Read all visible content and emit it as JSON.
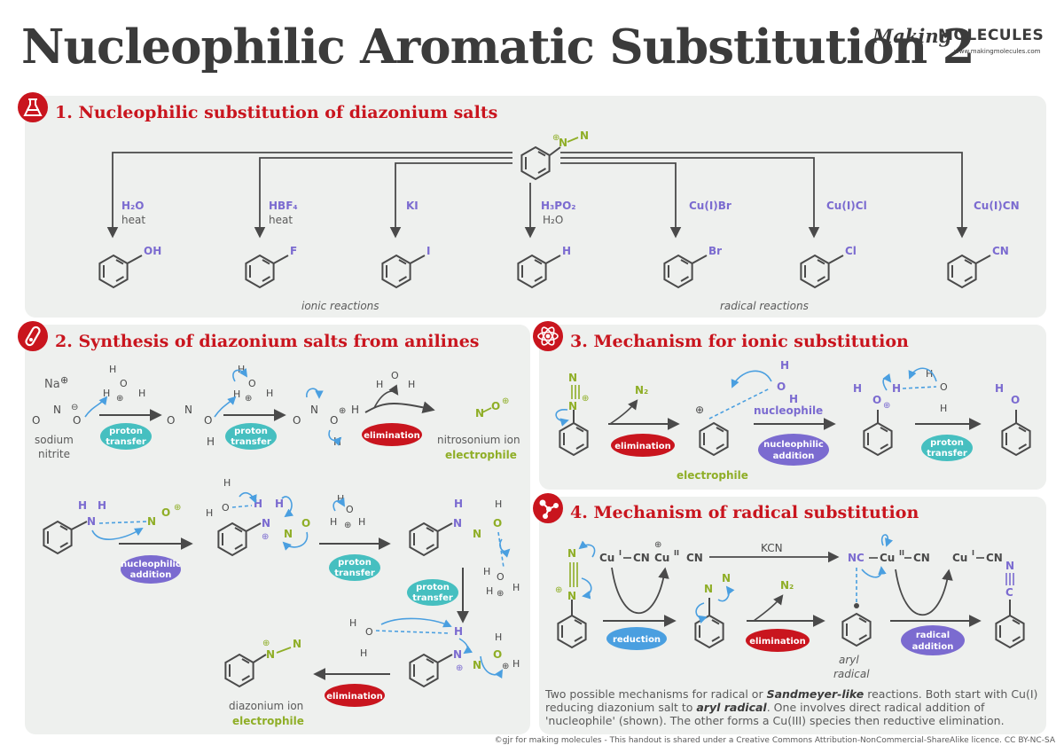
{
  "title": "Nucleophilic Aromatic Substitution 2",
  "brand": {
    "word1": "Making",
    "word2": "MOLECULES",
    "url": "www.makingmolecules.com"
  },
  "colors": {
    "red": "#c9151e",
    "purple": "#7b6bd0",
    "green": "#8fae27",
    "cyan": "#46bfc0",
    "blue": "#4a9fe0",
    "dark": "#4a4a4a",
    "panel": "#eef0ee"
  },
  "section1": {
    "title": "1. Nucleophilic substitution of diazonium salts",
    "icon": "flask-icon",
    "start_n1": "N",
    "start_n2": "N",
    "reactions": [
      {
        "reagent": "H₂O",
        "condition": "heat",
        "product": "OH"
      },
      {
        "reagent": "HBF₄",
        "condition": "heat",
        "product": "F"
      },
      {
        "reagent": "KI",
        "condition": "",
        "product": "I"
      },
      {
        "reagent": "H₃PO₂",
        "condition": "H₂O",
        "product": "H"
      },
      {
        "reagent": "Cu(I)Br",
        "condition": "",
        "product": "Br"
      },
      {
        "reagent": "Cu(I)Cl",
        "condition": "",
        "product": "Cl"
      },
      {
        "reagent": "Cu(I)CN",
        "condition": "",
        "product": "CN"
      }
    ],
    "ionic_label": "ionic reactions",
    "radical_label": "radical reactions"
  },
  "section2": {
    "title": "2. Synthesis of diazonium salts from anilines",
    "icon": "test-tube-icon",
    "na": "Na",
    "sodium_nitrite": [
      "sodium",
      "nitrite"
    ],
    "atoms": {
      "O": "O",
      "N": "N",
      "H": "H"
    },
    "step_labels": {
      "proton_transfer": [
        "proton",
        "transfer"
      ],
      "elimination": "elimination",
      "nucleophilic_addition": [
        "nucleophilic",
        "addition"
      ]
    },
    "nitrosonium_label": "nitrosonium ion",
    "electrophile": "electrophile",
    "diazonium_label": "diazonium ion"
  },
  "section3": {
    "title": "3. Mechanism for ionic substitution",
    "icon": "atom-icon",
    "n2": "N₂",
    "nucleophile": "nucleophile",
    "electrophile": "electrophile"
  },
  "section4": {
    "title": "4. Mechanism of radical substitution",
    "icon": "molecule-icon",
    "cu1": "Cu",
    "cu2": "Cu",
    "cu3": "Cu",
    "ox1": "I",
    "ox2": "II",
    "cn": "CN",
    "nc": "NC",
    "kcn": "KCN",
    "reduction": "reduction",
    "elimination": "elimination",
    "radical_addition": [
      "radical",
      "addition"
    ],
    "aryl_radical": [
      "aryl",
      "radical"
    ],
    "n2": "N₂",
    "note_parts": [
      "Two possible mechanisms for radical or ",
      "Sandmeyer-like",
      " reactions. Both start with Cu(I) reducing diazonium salt to ",
      "aryl radical",
      ". One involves direct radical addition of 'nucleophile' (shown). The other forms a Cu(III) species then reductive elimination."
    ]
  },
  "footer": "©gjr for making molecules - This handout is shared under a Creative Commons Attribution-NonCommercial-ShareAlike licence. CC BY-NC-SA"
}
